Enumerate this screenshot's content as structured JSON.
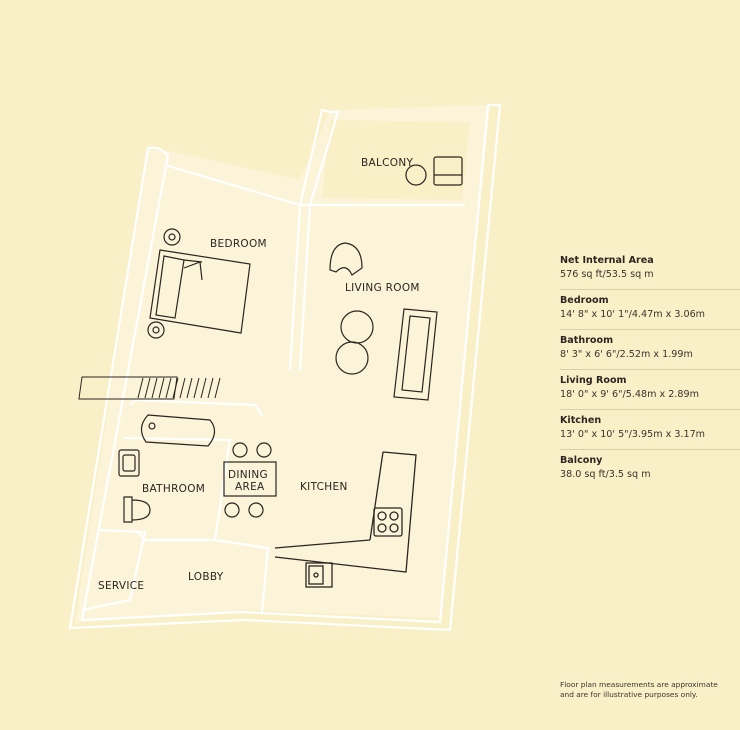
{
  "rooms": {
    "balcony": "BALCONY",
    "bedroom": "BEDROOM",
    "living_room": "LIVING ROOM",
    "bathroom": "BATHROOM",
    "dining_line1": "DINING",
    "dining_line2": "AREA",
    "kitchen": "KITCHEN",
    "service": "SERVICE",
    "lobby": "LOBBY"
  },
  "specs": [
    {
      "name": "Net Internal Area",
      "value": "576 sq ft/53.5 sq m"
    },
    {
      "name": "Bedroom",
      "value": "14' 8\" x 10' 1\"/4.47m x 3.06m"
    },
    {
      "name": "Bathroom",
      "value": "8' 3\" x 6' 6\"/2.52m x 1.99m"
    },
    {
      "name": "Living Room",
      "value": "18' 0\" x 9' 6\"/5.48m x 2.89m"
    },
    {
      "name": "Kitchen",
      "value": "13' 0\" x 10' 5\"/3.95m x 3.17m"
    },
    {
      "name": "Balcony",
      "value": "38.0 sq ft/3.5 sq m"
    }
  ],
  "disclaimer": {
    "line1": "Floor plan measurements are approximate",
    "line2": "and are for illustrative purposes only."
  },
  "colors": {
    "background": "#faf0c8",
    "interior": "#fbf4d9",
    "wall": "#ffffff",
    "line": "#2a2520"
  }
}
